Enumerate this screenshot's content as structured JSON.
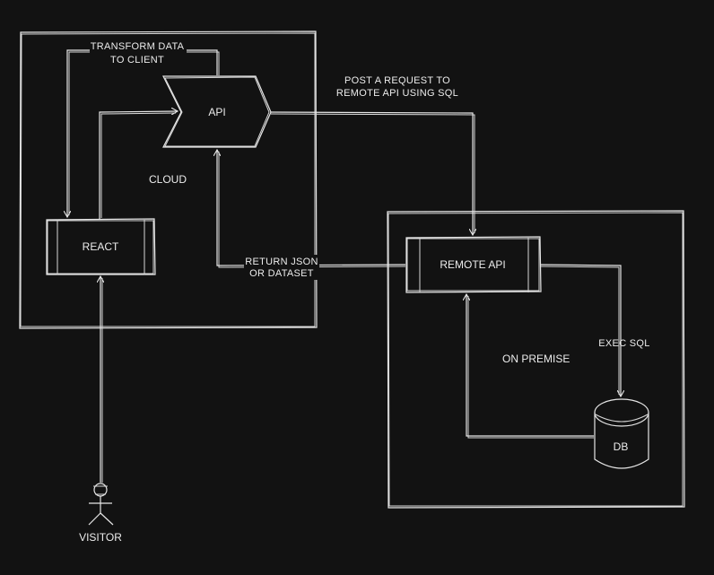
{
  "colors": {
    "background": "#121212",
    "stroke": "#e6e6e6",
    "text": "#ececec"
  },
  "containers": {
    "cloud": {
      "label": "CLOUD"
    },
    "on_premise": {
      "label": "ON PREMISE"
    }
  },
  "nodes": {
    "react": {
      "label": "REACT"
    },
    "api": {
      "label": "API"
    },
    "remote_api": {
      "label": "REMOTE API"
    },
    "db": {
      "label": "DB"
    },
    "visitor": {
      "label": "VISITOR"
    }
  },
  "edges": {
    "transform": {
      "line1": "TRANSFORM DATA",
      "line2": "TO CLIENT"
    },
    "post_request": {
      "line1": "POST A REQUEST TO",
      "line2": "REMOTE API USING SQL"
    },
    "return_json": {
      "line1": "RETURN JSON",
      "line2": "OR DATASET"
    },
    "exec_sql": {
      "label": "EXEC SQL"
    }
  }
}
